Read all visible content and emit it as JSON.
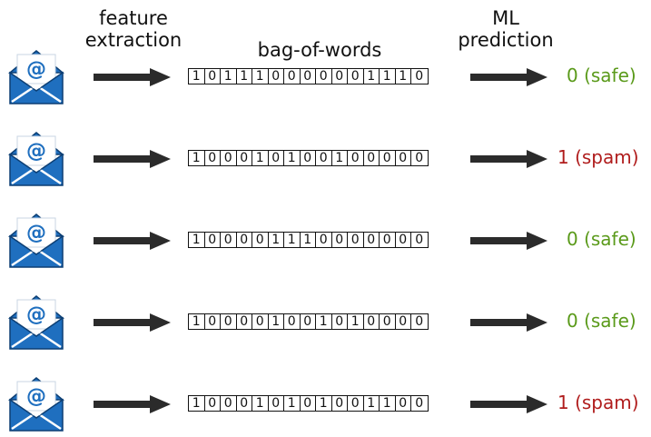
{
  "headers": {
    "feature_extraction": "feature\nextraction",
    "bag_of_words": "bag-of-words",
    "ml_prediction": "ML\nprediction"
  },
  "icons": {
    "email": "email-envelope-icon",
    "arrow": "right-arrow-icon"
  },
  "colors": {
    "safe": "#5a9a1a",
    "spam": "#b01c1c",
    "envelope_blue": "#1f6fbf",
    "arrow": "#2b2b2b"
  },
  "rows": [
    {
      "bits": [
        "1",
        "0",
        "1",
        "1",
        "1",
        "0",
        "0",
        "0",
        "0",
        "0",
        "0",
        "1",
        "1",
        "1",
        "0"
      ],
      "prediction": "0 (safe)",
      "label": "safe"
    },
    {
      "bits": [
        "1",
        "0",
        "0",
        "0",
        "1",
        "0",
        "1",
        "0",
        "0",
        "1",
        "0",
        "0",
        "0",
        "0",
        "0"
      ],
      "prediction": "1 (spam)",
      "label": "spam"
    },
    {
      "bits": [
        "1",
        "0",
        "0",
        "0",
        "0",
        "1",
        "1",
        "1",
        "0",
        "0",
        "0",
        "0",
        "0",
        "0",
        "0"
      ],
      "prediction": "0 (safe)",
      "label": "safe"
    },
    {
      "bits": [
        "1",
        "0",
        "0",
        "0",
        "0",
        "1",
        "0",
        "0",
        "1",
        "0",
        "1",
        "0",
        "0",
        "0",
        "0"
      ],
      "prediction": "0 (safe)",
      "label": "safe"
    },
    {
      "bits": [
        "1",
        "0",
        "0",
        "0",
        "1",
        "0",
        "1",
        "0",
        "1",
        "0",
        "0",
        "1",
        "1",
        "0",
        "0"
      ],
      "prediction": "1 (spam)",
      "label": "spam"
    }
  ]
}
